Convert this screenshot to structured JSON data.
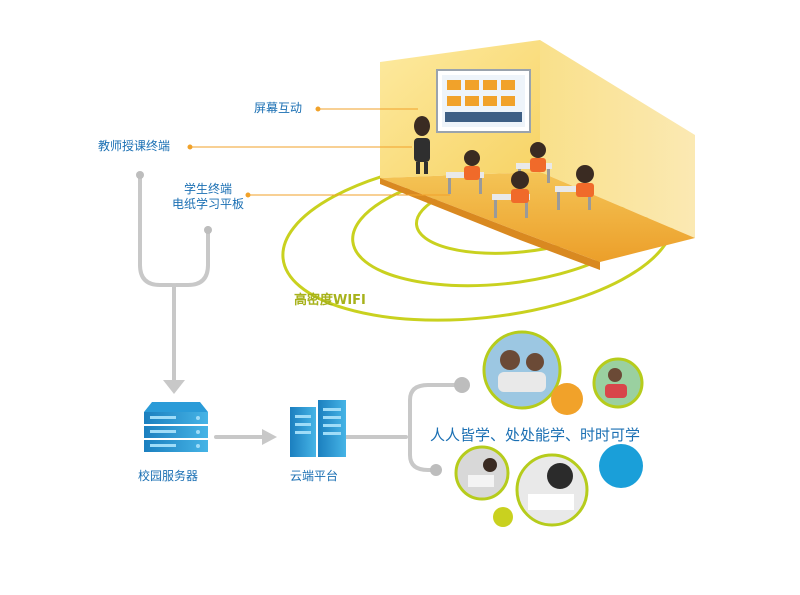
{
  "labels": {
    "screen_interaction": "屏幕互动",
    "teacher_terminal": "教师授课终端",
    "student_terminal_line1": "学生终端",
    "student_terminal_line2": "电纸学习平板",
    "wifi": "高密度WIFI",
    "campus_server": "校园服务器",
    "cloud_platform": "云端平台",
    "slogan": "人人皆学、处处能学、时时可学"
  },
  "colors": {
    "label_blue": "#1a6fb3",
    "icon_blue": "#2a9bd8",
    "wifi_green": "#c9d11f",
    "room_yellow": "#f8dd7a",
    "room_floor": "#f0b53d",
    "arrow_gray": "#c8c8c8",
    "dot_orange": "#f1a22a",
    "circle_blue": "#1a9fd9",
    "circle_green": "#b6cc1c",
    "connector_dot": "#f1a22a"
  },
  "icons": {
    "server": "server-rack-icon",
    "cloud": "cloud-tower-icon"
  }
}
